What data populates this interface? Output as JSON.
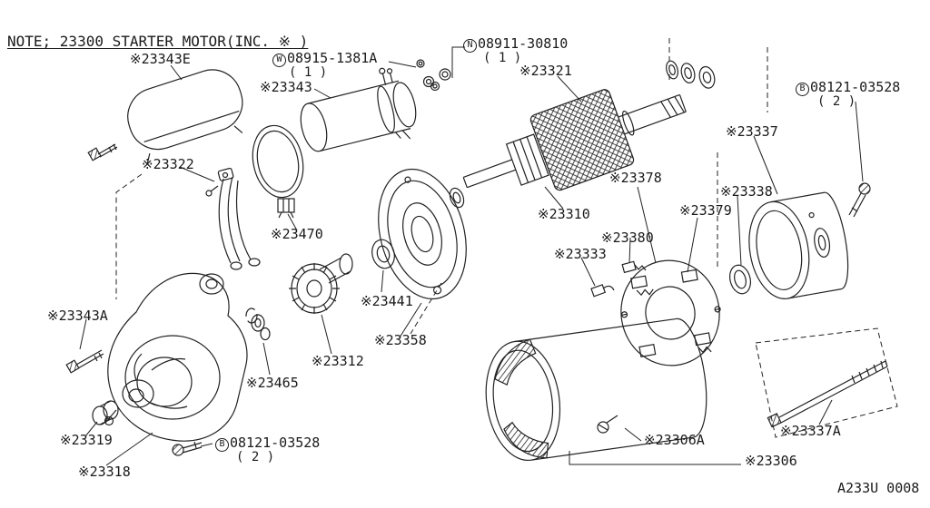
{
  "note": "NOTE; 23300 STARTER MOTOR(INC. ※ )",
  "drawing_code": "A233U 0008",
  "parts": {
    "p23343E": "※23343E",
    "p23343": "※23343",
    "p23321": "※23321",
    "p23337": "※23337",
    "p23322": "※23322",
    "p23378": "※23378",
    "p23338": "※23338",
    "p23310": "※23310",
    "p23379": "※23379",
    "p23470": "※23470",
    "p23380": "※23380",
    "p23333": "※23333",
    "p23343A": "※23343A",
    "p23441": "※23441",
    "p23358": "※23358",
    "p23312": "※23312",
    "p23465": "※23465",
    "p23319": "※23319",
    "p23318": "※23318",
    "p23306A": "※23306A",
    "p23306": "※23306",
    "p23337A": "※23337A"
  },
  "hardware": {
    "w": {
      "letter": "W",
      "number": "08915-1381A",
      "qty": "( 1 )"
    },
    "n": {
      "letter": "N",
      "number": "08911-30810",
      "qty": "( 1 )"
    },
    "b_top": {
      "letter": "B",
      "number": "08121-03528",
      "qty": "( 2 )"
    },
    "b_bottom": {
      "letter": "B",
      "number": "08121-03528",
      "qty": "( 2 )"
    }
  }
}
